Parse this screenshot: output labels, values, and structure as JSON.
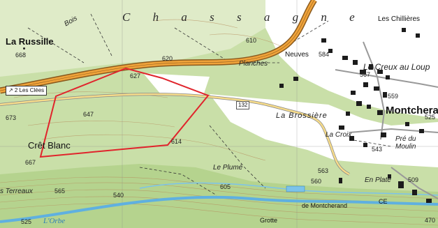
{
  "map": {
    "region_name": "C h a s s a g n e",
    "colors": {
      "forest": "#c9dfa8",
      "forest_dark": "#b5d38e",
      "open_land": "#ffffff",
      "road_main": "#f0a33a",
      "road_edge": "#8a5a1e",
      "river": "#5fb0e0",
      "contour": "#b58a5a",
      "parcel_outline": "#e0242c",
      "building": "#1c1c1c"
    },
    "places": {
      "la_russille": "La Russille",
      "bois": "Bois",
      "les_chillieres": "Les Chillières",
      "neuves": "Neuves",
      "planches": "Planches",
      "le_creux_au_loup": "Le Creux au Loup",
      "montcherand": "Montcheran",
      "la_brossiere": "La Brossière",
      "la_croix": "La Croix",
      "pre_du_moulin": "Pré du Moulin",
      "cret_blanc": "Crêt Blanc",
      "le_plume": "Le Plumé",
      "terreaux": "s Terreaux",
      "en_plate": "En Platé",
      "de_montcherand": "de Montcherand",
      "grotte": "Grotte",
      "ce": "CE",
      "orbe": "L'Orbe"
    },
    "direction_sign": "↗ 2 Les Clées",
    "road_number": "132",
    "elevations": {
      "e668": "668",
      "e620": "620",
      "e610": "610",
      "e584": "584",
      "e567": "567",
      "e559": "559",
      "e627": "627",
      "e647": "647",
      "e673": "673",
      "e614": "614",
      "e667": "667",
      "e525a": "525",
      "e543": "543",
      "e563": "563",
      "e560": "560",
      "e509": "509",
      "e565": "565",
      "e540": "540",
      "e605": "605",
      "e525b": "525",
      "e470": "470"
    }
  }
}
